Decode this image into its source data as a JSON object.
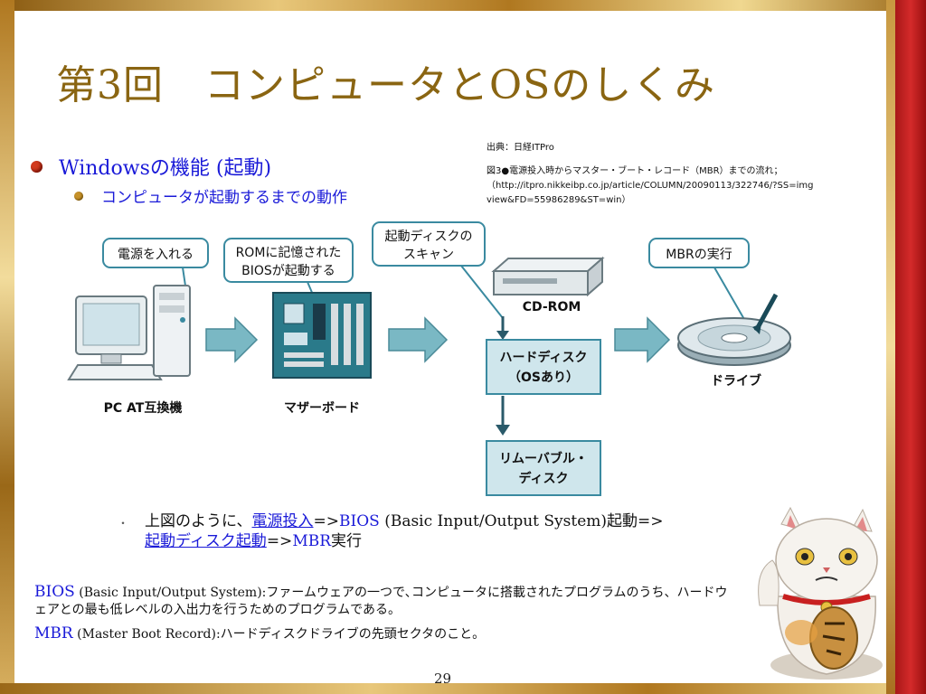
{
  "slide": {
    "title": "第3回　コンピュータとOSのしくみ",
    "bullet_level1": "Windowsの機能 (起動)",
    "bullet_level2": "コンピュータが起動するまでの動作",
    "page_number": "29"
  },
  "source": {
    "label": "出典：日経ITPro",
    "caption": "図3●電源投入時からマスター・ブート・レコード（MBR）までの流れ；",
    "url": "（http://itpro.nikkeibp.co.jp/article/COLUMN/20090113/322746/?SS=img view&FD=55986289&ST=win）"
  },
  "diagram": {
    "callouts": {
      "power": "電源を入れる",
      "rom_line1": "ROMに記憶された",
      "rom_line2": "BIOSが起動する",
      "disk_line1": "起動ディスクの",
      "disk_line2": "スキャン",
      "mbr": "MBRの実行"
    },
    "labels": {
      "pc": "PC AT互換機",
      "motherboard": "マザーボード",
      "cdrom": "CD-ROM",
      "hdd_line1": "ハードディスク",
      "hdd_line2": "（OSあり）",
      "removable_line1": "リムーバブル・",
      "removable_line2": "ディスク",
      "drive": "ドライブ"
    }
  },
  "note": {
    "bullet": "・",
    "p1": "上図のように、",
    "p2": "電源投入",
    "p3": "=>",
    "p4": "BIOS",
    "p5": " (Basic Input/Output System)起動=>",
    "p6": "起動ディスク起動",
    "p7": "=>",
    "p8": "MBR",
    "p9": "実行"
  },
  "definitions": {
    "bios_term": "BIOS",
    "bios_text": " (Basic Input/Output System):ファームウェアの一つで､コンピュータに搭載されたプログラムのうち、ハードウェアとの最も低レベルの入出力を行うためのプログラムである。",
    "mbr_term": "MBR",
    "mbr_text": " (Master Boot Record):ハードディスクドライブの先頭セクタのこと。"
  },
  "colors": {
    "title": "#8a6512",
    "link_blue": "#1a1ad8",
    "box_fill": "#cfe6ec",
    "box_stroke": "#3a8aa0",
    "arrow_fill": "#7ab8c4",
    "arrow_dark": "#2a5a6a"
  }
}
